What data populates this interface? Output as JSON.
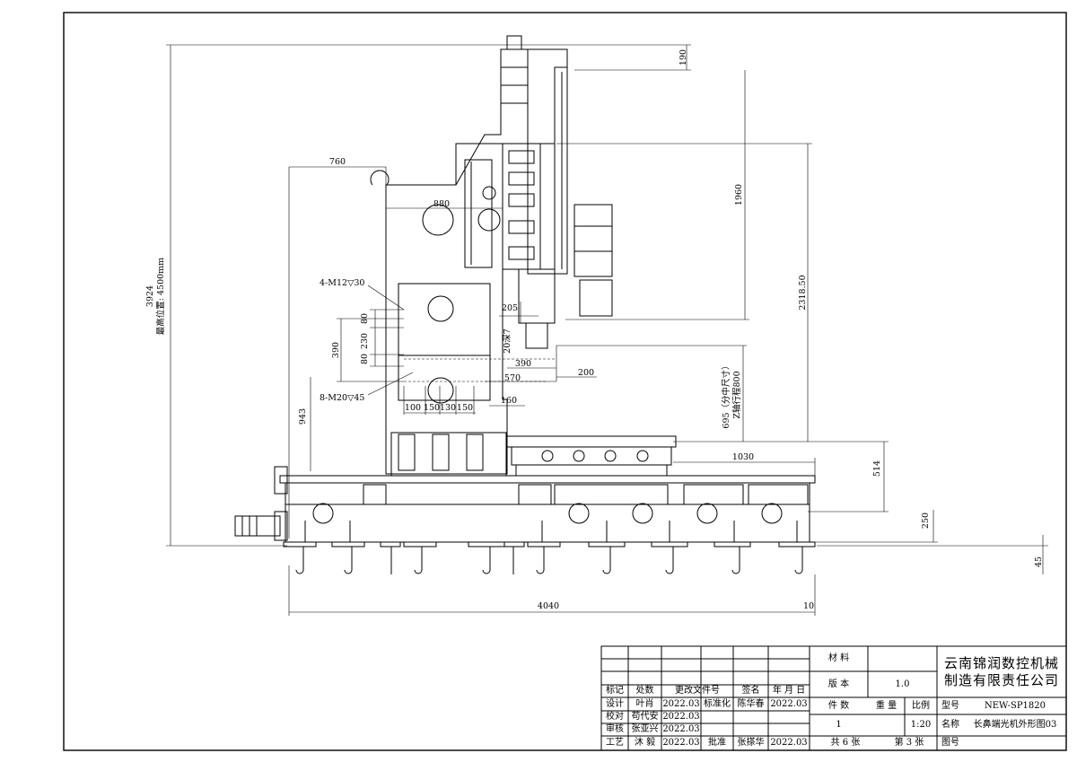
{
  "dimensions": {
    "d190": "190",
    "d1960": "1960",
    "d2318": "2318.50",
    "d760": "760",
    "d880": "880",
    "d3924": "3924",
    "max_height": "最高位置: 4500mm",
    "hole_top": "4-M12▽30",
    "hole_bottom": "8-M20▽45",
    "d80a": "80",
    "d230": "230",
    "d80b": "80",
    "d390v": "390",
    "d205": "205",
    "d20": "20深7",
    "d390h": "390",
    "d570": "570",
    "d200": "200",
    "d160": "160",
    "d100": "100",
    "d150a": "150",
    "d130": "130",
    "d150b": "150",
    "d695": "695（分中尺寸）",
    "z_travel": "Z轴行程800",
    "d943": "943",
    "d1030": "1030",
    "d514": "514",
    "d250": "250",
    "d45": "45",
    "d4040": "4040",
    "d10": "10"
  },
  "title_block": {
    "company_line1": "云南锦润数控机械",
    "company_line2": "制造有限责任公司",
    "material_label": "材 料",
    "version_label": "版 本",
    "version_value": "1.0",
    "count_label": "件 数",
    "weight_label": "重 量",
    "scale_label": "比例",
    "count_value": "1",
    "scale_value": "1:20",
    "model_label": "型号",
    "model_value": "NEW-SP1820",
    "name_label": "名称",
    "name_value": "长鼻端光机外形图03",
    "drawing_no_label": "图号",
    "sheets": "共 6 张",
    "sheet_no": "第 3 张",
    "hdr_mark": "标记",
    "hdr_count": "处数",
    "hdr_doc": "更改文件号",
    "hdr_sign": "签名",
    "hdr_date": "年 月 日",
    "design_label": "设计",
    "design_name": "叶肖",
    "design_date": "2022.03",
    "std_label": "标准化",
    "std_name": "陈华春",
    "std_date": "2022.03",
    "check_label": "校对",
    "check_name": "苟代安",
    "check_date": "2022.03",
    "review_label": "审核",
    "review_name": "张亚兴",
    "review_date": "2022.03",
    "process_label": "工艺",
    "process_name": "沐 毅",
    "process_date": "2022.03",
    "approve_label": "批准",
    "approve_name": "张搽华",
    "approve_date": "2022.03"
  }
}
